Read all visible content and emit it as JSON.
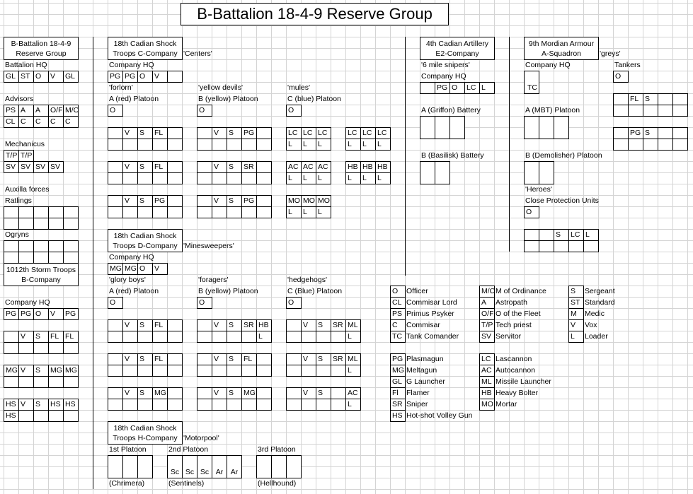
{
  "title": "B-Battalion 18-4-9 Reserve Group",
  "battalion": {
    "box": [
      "B-Battalion 18-4-9",
      "Reserve Group"
    ],
    "hq_label": "Battalion HQ",
    "hq": [
      [
        "GL",
        "ST",
        "O",
        "V",
        "GL"
      ]
    ],
    "advisors_label": "Advisors",
    "advisors": [
      [
        "PS",
        "A",
        "A",
        "O/F",
        "M/O"
      ],
      [
        "CL",
        "C",
        "C",
        "C",
        "C"
      ]
    ],
    "mechanicus_label": "Mechanicus",
    "mechanicus": [
      [
        "T/P",
        "T/P"
      ],
      [
        "SV",
        "SV",
        "SV",
        "SV"
      ]
    ],
    "auxilla_label": "Auxilla forces",
    "ratlings_label": "Ratlings",
    "ratlings": [
      [
        "",
        "",
        "",
        "",
        ""
      ],
      [
        "",
        "",
        "",
        "",
        ""
      ]
    ],
    "ogryns_label": "Ogryns",
    "ogryns": [
      [
        "",
        "",
        "",
        "",
        ""
      ],
      [
        "",
        "",
        "",
        "",
        ""
      ]
    ]
  },
  "storm_troops": {
    "box": [
      "1012th Storm Troops",
      "B-Company"
    ],
    "hq_label": "Company HQ",
    "hq": [
      [
        "PG",
        "PG",
        "O",
        "V",
        "PG"
      ]
    ],
    "squads": [
      [
        [
          "",
          "V",
          "S",
          "FL",
          "FL"
        ],
        [
          "",
          "",
          "",
          "",
          ""
        ]
      ],
      [
        [
          "MG",
          "V",
          "S",
          "MG",
          "MG"
        ],
        [
          "",
          "",
          "",
          "",
          ""
        ]
      ],
      [
        [
          "HS",
          "V",
          "S",
          "HS",
          "HS"
        ],
        [
          "HS",
          "",
          "",
          "",
          ""
        ]
      ]
    ]
  },
  "c_company": {
    "box": [
      "18th Cadian Shock",
      "Troops C-Company"
    ],
    "nickname": "'Centers'",
    "hq_label": "Company HQ",
    "hq": [
      [
        "PG",
        "PG",
        "O",
        "V",
        ""
      ]
    ],
    "platoons": [
      {
        "nickname": "'forlorn'",
        "label": "A (red) Platoon",
        "officer": [
          [
            "O"
          ]
        ],
        "squads": [
          [
            [
              "",
              "V",
              "S",
              "FL",
              ""
            ],
            [
              "",
              "",
              "",
              "",
              ""
            ]
          ],
          [
            [
              "",
              "V",
              "S",
              "FL",
              ""
            ],
            [
              "",
              "",
              "",
              "",
              ""
            ]
          ],
          [
            [
              "",
              "V",
              "S",
              "PG",
              ""
            ],
            [
              "",
              "",
              "",
              "",
              ""
            ]
          ]
        ]
      },
      {
        "nickname": "'yellow devils'",
        "label": "B (yellow) Platoon",
        "officer": [
          [
            "O"
          ]
        ],
        "squads": [
          [
            [
              "",
              "V",
              "S",
              "PG",
              ""
            ],
            [
              "",
              "",
              "",
              "",
              ""
            ]
          ],
          [
            [
              "",
              "V",
              "S",
              "SR",
              ""
            ],
            [
              "",
              "",
              "",
              "",
              ""
            ]
          ],
          [
            [
              "",
              "V",
              "S",
              "PG",
              ""
            ],
            [
              "",
              "",
              "",
              "",
              ""
            ]
          ]
        ]
      },
      {
        "nickname": "'mules'",
        "label": "C (blue) Platoon",
        "officer": [
          [
            "O"
          ]
        ],
        "squads": [
          [
            [
              "LC",
              "LC",
              "LC"
            ],
            [
              "L",
              "L",
              "L"
            ]
          ],
          [
            [
              "AC",
              "AC",
              "AC"
            ],
            [
              "L",
              "L",
              "L"
            ]
          ],
          [
            [
              "MO",
              "MO",
              "MO"
            ],
            [
              "L",
              "L",
              "L"
            ]
          ]
        ],
        "squads_b": [
          [
            [
              "LC",
              "LC",
              "LC"
            ],
            [
              "L",
              "L",
              "L"
            ]
          ],
          [
            [
              "HB",
              "HB",
              "HB"
            ],
            [
              "L",
              "L",
              "L"
            ]
          ]
        ]
      }
    ]
  },
  "d_company": {
    "box": [
      "18th Cadian Shock",
      "Troops D-Company"
    ],
    "nickname": "'Minesweepers'",
    "hq_label": "Company HQ",
    "hq": [
      [
        "MG",
        "MG",
        "O",
        "V"
      ]
    ],
    "platoons": [
      {
        "nickname": "'glory boys'",
        "label": "A (red) Platoon",
        "officer": [
          [
            "O"
          ]
        ],
        "squads": [
          [
            [
              "",
              "V",
              "S",
              "FL",
              ""
            ],
            [
              "",
              "",
              "",
              "",
              ""
            ]
          ],
          [
            [
              "",
              "V",
              "S",
              "FL",
              ""
            ],
            [
              "",
              "",
              "",
              "",
              ""
            ]
          ],
          [
            [
              "",
              "V",
              "S",
              "MG",
              ""
            ],
            [
              "",
              "",
              "",
              "",
              ""
            ]
          ]
        ]
      },
      {
        "nickname": "'foragers'",
        "label": "B (yellow) Platoon",
        "officer": [
          [
            "O"
          ]
        ],
        "squads": [
          [
            [
              "",
              "V",
              "S",
              "SR",
              "HB"
            ],
            [
              "",
              "",
              "",
              "",
              "L"
            ]
          ],
          [
            [
              "",
              "V",
              "S",
              "FL",
              ""
            ],
            [
              "",
              "",
              "",
              "",
              ""
            ]
          ],
          [
            [
              "",
              "V",
              "S",
              "MG",
              ""
            ],
            [
              "",
              "",
              "",
              "",
              ""
            ]
          ]
        ]
      },
      {
        "nickname": "'hedgehogs'",
        "label": "C (Blue) Platoon",
        "officer": [
          [
            "O"
          ]
        ],
        "squads": [
          [
            [
              "",
              "V",
              "S",
              "SR",
              "ML"
            ],
            [
              "",
              "",
              "",
              "",
              "L"
            ]
          ],
          [
            [
              "",
              "V",
              "S",
              "SR",
              "ML"
            ],
            [
              "",
              "",
              "",
              "",
              "L"
            ]
          ],
          [
            [
              "",
              "V",
              "S",
              "",
              "AC"
            ],
            [
              "",
              "",
              "",
              "",
              "L"
            ]
          ]
        ]
      }
    ]
  },
  "h_company": {
    "box": [
      "18th Cadian Shock",
      "Troops H-Company"
    ],
    "nickname": "'Motorpool'",
    "platoons": [
      {
        "label": "1st Platoon",
        "cells": [
          [
            "",
            "",
            ""
          ]
        ],
        "vehicle": "(Chrimera)"
      },
      {
        "label": "2nd Platoon",
        "cells": [
          [
            "Sc",
            "Sc",
            "Sc",
            "Ar",
            "Ar"
          ]
        ],
        "vehicle": "(Sentinels)"
      },
      {
        "label": "3rd Platoon",
        "cells": [
          [
            "",
            "",
            ""
          ]
        ],
        "vehicle": "(Hellhound)"
      }
    ]
  },
  "artillery": {
    "box": [
      "4th Cadian Artillery",
      "E2-Company"
    ],
    "nickname": "'6 mile snipers'",
    "hq_label": "Company HQ",
    "hq": [
      [
        "",
        "PG",
        "O",
        "LC",
        "L"
      ]
    ],
    "griffon_label": "A (Griffon) Battery",
    "griffon": [
      [
        "",
        "",
        ""
      ]
    ],
    "basilisk_label": "B (Basilisk) Battery",
    "basilisk": [
      [
        "",
        ""
      ]
    ]
  },
  "armour": {
    "box": [
      "9th Mordian Armour",
      "A-Squadron"
    ],
    "nickname": "'greys'",
    "hq_label": "Company HQ",
    "hq": [
      [
        "TC"
      ]
    ],
    "tankers_label": "Tankers",
    "tankers_officer": [
      [
        "O"
      ]
    ],
    "tankers_squads": [
      [
        [
          "",
          "FL",
          "S",
          "",
          ""
        ],
        [
          "",
          "",
          "",
          "",
          ""
        ]
      ],
      [
        [
          "",
          "PG",
          "S",
          "",
          ""
        ],
        [
          "",
          "",
          "",
          "",
          ""
        ]
      ]
    ],
    "mbt_label": "A (MBT) Platoon",
    "mbt": [
      [
        "",
        "",
        ""
      ]
    ],
    "demolisher_label": "B (Demolisher) Platoon",
    "demolisher": [
      [
        "",
        ""
      ]
    ],
    "heroes_nickname": "'Heroes'",
    "cpu_label": "Close Protection Units",
    "cpu_officer": [
      [
        "O"
      ]
    ],
    "cpu_squad": [
      [
        "",
        "",
        "S",
        "LC",
        "L"
      ],
      [
        "",
        "",
        "",
        "",
        ""
      ]
    ]
  },
  "legend": {
    "ranks_a": [
      [
        "O",
        "Officer"
      ],
      [
        "CL",
        "Commisar Lord"
      ],
      [
        "PS",
        "Primus Psyker"
      ],
      [
        "C",
        "Commisar"
      ],
      [
        "TC",
        "Tank Comander"
      ]
    ],
    "ranks_b": [
      [
        "M/O",
        "M of Ordinance"
      ],
      [
        "A",
        "Astropath"
      ],
      [
        "O/F",
        "O of the Fleet"
      ],
      [
        "T/P",
        "Tech priest"
      ],
      [
        "SV",
        "Servitor"
      ]
    ],
    "ranks_c": [
      [
        "S",
        "Sergeant"
      ],
      [
        "ST",
        "Standard"
      ],
      [
        "M",
        "Medic"
      ],
      [
        "V",
        "Vox"
      ],
      [
        "L",
        "Loader"
      ]
    ],
    "weapons_a": [
      [
        "PG",
        "Plasmagun"
      ],
      [
        "MG",
        "Meltagun"
      ],
      [
        "GL",
        "G Launcher"
      ],
      [
        "Fl",
        "Flamer"
      ],
      [
        "SR",
        "Sniper"
      ],
      [
        "HS",
        "Hot-shot Volley Gun"
      ]
    ],
    "weapons_b": [
      [
        "LC",
        "Lascannon"
      ],
      [
        "AC",
        "Autocannon"
      ],
      [
        "ML",
        "Missile Launcher"
      ],
      [
        "HB",
        "Heavy Bolter"
      ],
      [
        "MO",
        "Mortar"
      ]
    ]
  }
}
